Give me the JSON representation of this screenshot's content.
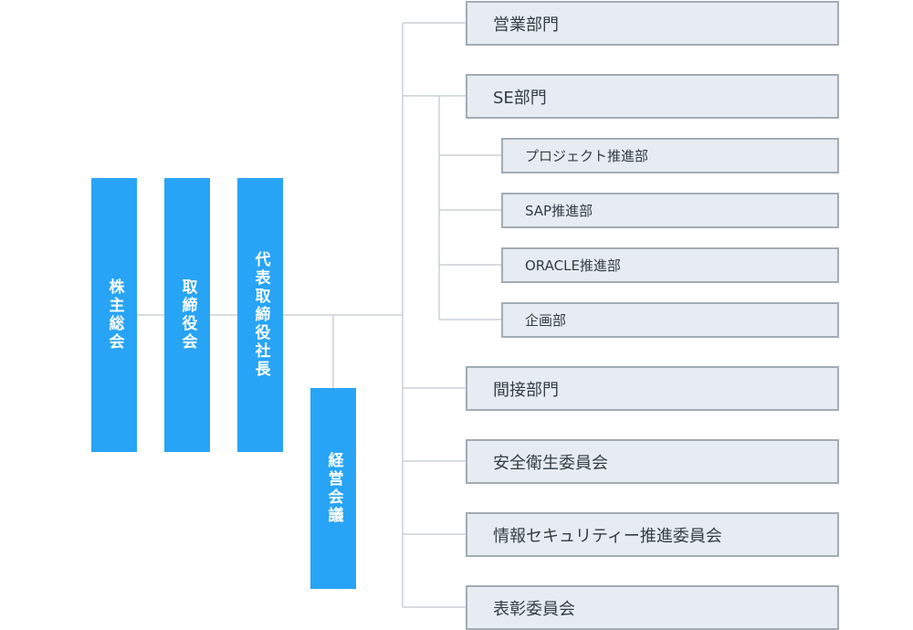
{
  "governance": {
    "shareholders_meeting": "株主総会",
    "board_of_directors": "取締役会",
    "representative_director": "代表取締役社長",
    "management_meeting": "経営会議"
  },
  "departments": {
    "sales": "営業部門",
    "se": "SE部門",
    "project_promotion": "プロジェクト推進部",
    "sap_promotion": "SAP推進部",
    "oracle_promotion": "ORACLE推進部",
    "planning": "企画部",
    "indirect": "間接部門",
    "safety_health_committee": "安全衛生委員会",
    "infosec_committee": "情報セキュリティー推進委員会",
    "commendation_committee": "表彰委員会"
  },
  "colors": {
    "governance_box": "#28a4f6",
    "department_fill": "#e6ecf2",
    "department_border": "#a2acb5",
    "connector": "#c9d0d6",
    "text_dark": "#333d47"
  }
}
